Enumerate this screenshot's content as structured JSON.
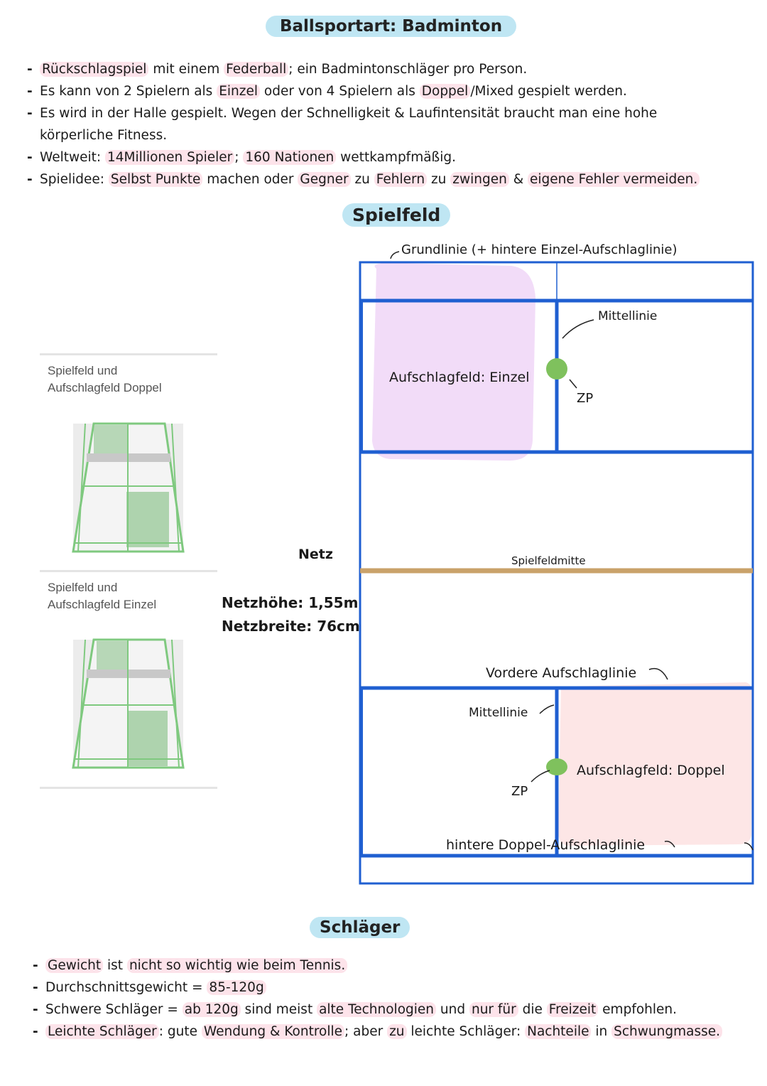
{
  "title": "Ballsportart: Badminton",
  "intro": [
    [
      "",
      "Rückschlagspiel",
      " mit einem ",
      "Federball",
      "; ein Badmintonschläger pro Person."
    ],
    [
      "Es kann von 2 Spielern als ",
      "Einzel",
      " oder von 4 Spielern als ",
      "Doppel",
      "/Mixed gespielt werden."
    ],
    [
      "Es wird in der Halle gespielt. Wegen der Schnelligkeit & Laufintensität braucht man eine hohe"
    ],
    [
      "Weltweit: ",
      "14Millionen Spieler",
      "; ",
      "160 Nationen",
      " wettkampfmäßig."
    ],
    [
      "Spielidee: ",
      "Selbst Punkte",
      " machen oder ",
      "Gegner",
      " zu ",
      "Fehlern",
      " zu ",
      "zwingen",
      " & ",
      "eigene Fehler vermeiden."
    ]
  ],
  "intro_continuation": "körperliche Fitness.",
  "spielfeld_heading": "Spielfeld",
  "thumb_captions": {
    "doppel": [
      "Spielfeld und",
      "Aufschlagfeld Doppel"
    ],
    "einzel": [
      "Spielfeld und",
      "Aufschlagfeld Einzel"
    ]
  },
  "net": {
    "label": "Netz",
    "height": "Netzhöhe: 1,55m",
    "width": "Netzbreite: 76cm"
  },
  "court_labels": {
    "grundlinie": "Grundlinie (+ hintere Einzel-Aufschlaglinie)",
    "mittellinie_top": "Mittellinie",
    "einzel_field": "Aufschlagfeld: Einzel",
    "zp_top": "ZP",
    "spielfeldmitte": "Spielfeldmitte",
    "vordere": "Vordere Aufschlaglinie",
    "mittellinie_bottom": "Mittellinie",
    "doppel_field": "Aufschlagfeld: Doppel",
    "zp_bottom": "ZP",
    "hintere_doppel": "hintere Doppel-Aufschlaglinie"
  },
  "colors": {
    "court_line": "#1f5fd1",
    "net": "#c9a26a",
    "pill": "#bfe6f3",
    "highlight": "#fde3ea",
    "einzel_fill": "#f2dcf8",
    "doppel_fill": "#fde6e6",
    "zp_dot": "#7fc15d"
  },
  "schlaeger_heading": "Schläger",
  "schlaeger": [
    [
      "",
      "Gewicht",
      " ist ",
      "nicht so wichtig wie beim Tennis."
    ],
    [
      "Durchschnittsgewicht = ",
      "85-120g"
    ],
    [
      "Schwere Schläger = ",
      "ab 120g",
      " sind meist ",
      "alte Technologien",
      " und ",
      "nur für",
      " die ",
      "Freizeit",
      " empfohlen."
    ],
    [
      "",
      "Leichte Schläger",
      ": gute ",
      "Wendung & Kontrolle",
      "; aber ",
      "zu",
      " leichte Schläger: ",
      "Nachteile",
      " in ",
      "Schwungmasse."
    ]
  ]
}
